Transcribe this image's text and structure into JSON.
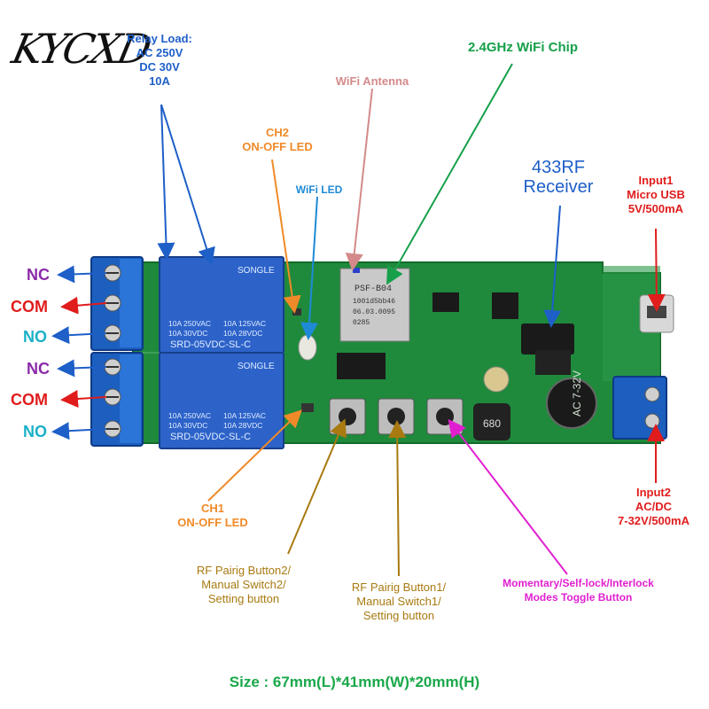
{
  "logo": "KYCXD",
  "relay_load": {
    "lines": [
      "Relay Load:",
      "AC 250V",
      "DC 30V",
      "10A"
    ],
    "color": "#1e5fc8"
  },
  "wifi_chip": {
    "text": "2.4GHz WiFi Chip",
    "color": "#16a04a"
  },
  "wifi_antenna": {
    "text": "WiFi Antenna",
    "color": "#d48a8a"
  },
  "ch2_led": {
    "lines": [
      "CH2",
      "ON-OFF LED"
    ],
    "color": "#f08a28"
  },
  "wifi_led": {
    "text": "WiFi LED",
    "color": "#1e8ad6"
  },
  "rf_receiver": {
    "lines": [
      "433RF",
      "Receiver"
    ],
    "color": "#1e5fc8"
  },
  "input1": {
    "lines": [
      "Input1",
      "Micro USB",
      "5V/500mA"
    ],
    "color": "#e01c1c"
  },
  "input2": {
    "lines": [
      "Input2",
      "AC/DC",
      "7-32V/500mA"
    ],
    "color": "#e01c1c"
  },
  "ch1_led": {
    "lines": [
      "CH1",
      "ON-OFF LED"
    ],
    "color": "#f08a28"
  },
  "button2": {
    "lines": [
      "RF Pairig Button2/",
      "Manual Switch2/",
      "Setting button"
    ],
    "color": "#a87a10"
  },
  "button1": {
    "lines": [
      "RF Pairig Button1/",
      "Manual Switch1/",
      "Setting button"
    ],
    "color": "#a87a10"
  },
  "mode_button": {
    "lines": [
      "Momentary/Self-lock/Interlock",
      "Modes Toggle Button"
    ],
    "color": "#e020d0"
  },
  "terminals_left": [
    {
      "label": "NC",
      "color": "#8a2aa8"
    },
    {
      "label": "COM",
      "color": "#e01c1c"
    },
    {
      "label": "NO",
      "color": "#1ab0c8"
    },
    {
      "label": "NC",
      "color": "#8a2aa8"
    },
    {
      "label": "COM",
      "color": "#e01c1c"
    },
    {
      "label": "NO",
      "color": "#1ab0c8"
    }
  ],
  "relays": [
    {
      "brand": "SONGLE",
      "spec_left": "10A 250VAC",
      "spec_left2": "10A 30VDC",
      "spec_right": "10A 125VAC",
      "spec_right2": "10A 28VDC",
      "model": "SRD-05VDC-SL-C"
    },
    {
      "brand": "SONGLE",
      "spec_left": "10A 250VAC",
      "spec_left2": "10A 30VDC",
      "spec_right": "10A 125VAC",
      "spec_right2": "10A 28VDC",
      "model": "SRD-05VDC-SL-C"
    }
  ],
  "wifi_module_marking": [
    "PSF-B04",
    "1001d5bb46",
    "06.03.0095",
    "0285"
  ],
  "inductor_marking": "680",
  "voltage_silk": "AC 7-32V",
  "size": "Size : 67mm(L)*41mm(W)*20mm(H)",
  "colors": {
    "pcb": "#1f8a3c",
    "terminal": "#1c5fbf",
    "relay": "#2d63c9"
  }
}
